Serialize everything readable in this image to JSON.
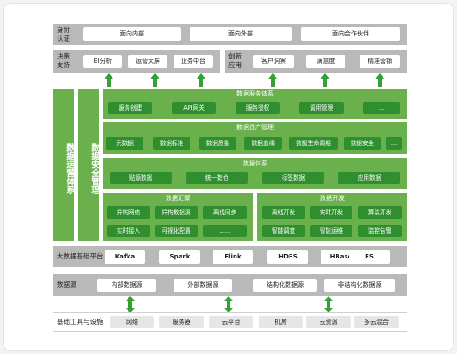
{
  "identity": {
    "label": "身份认证",
    "items": [
      "面向内部",
      "面向外部",
      "面向合作伙伴"
    ]
  },
  "decision": {
    "label": "决策支持",
    "items": [
      "BI分析",
      "运营大屏",
      "业务中台"
    ]
  },
  "innovation": {
    "label": "创新应用",
    "items": [
      "客户洞察",
      "满意度",
      "精准营销"
    ]
  },
  "left_bars": {
    "ops": "数据运营体系",
    "security": "数据安全管理"
  },
  "service": {
    "title": "数据服务体系",
    "items": [
      "服务创建",
      "API网关",
      "服务授权",
      "调用管理",
      "..."
    ]
  },
  "asset": {
    "title": "数据资产管理",
    "items": [
      "元数据",
      "数据标准",
      "数据质量",
      "数据血缘",
      "数据生命周期",
      "数据安全",
      "..."
    ]
  },
  "system": {
    "title": "数据体系",
    "items": [
      "贴源数据",
      "统一数仓",
      "标签数据",
      "应用数据"
    ]
  },
  "collect": {
    "title": "数据汇聚",
    "items": [
      "异构网络",
      "异构数据源",
      "离线同步",
      "实时接入",
      "可视化配置",
      "......"
    ]
  },
  "develop": {
    "title": "数据开发",
    "items": [
      "离线开发",
      "实时开发",
      "算法开发",
      "智能调度",
      "智能运维",
      "监控告警"
    ]
  },
  "bigdata": {
    "label": "大数据基础平台",
    "items": [
      "Kafka",
      "Spark",
      "Flink",
      "HDFS",
      "HBase",
      "ES"
    ]
  },
  "datasource": {
    "label": "数据源",
    "items": [
      "内部数据源",
      "外部数据源",
      "结构化数据源",
      "非结构化数据源"
    ]
  },
  "infra": {
    "label": "基础工具与设施",
    "items": [
      "网络",
      "服务器",
      "云平台",
      "机房",
      "云资源",
      "多云混合"
    ]
  },
  "colors": {
    "green": "#6ab04c",
    "dark_green": "#2f8f2f",
    "gray": "#b9b9b9",
    "light_gray": "#e6e6e6",
    "arrow": "#34a134"
  }
}
